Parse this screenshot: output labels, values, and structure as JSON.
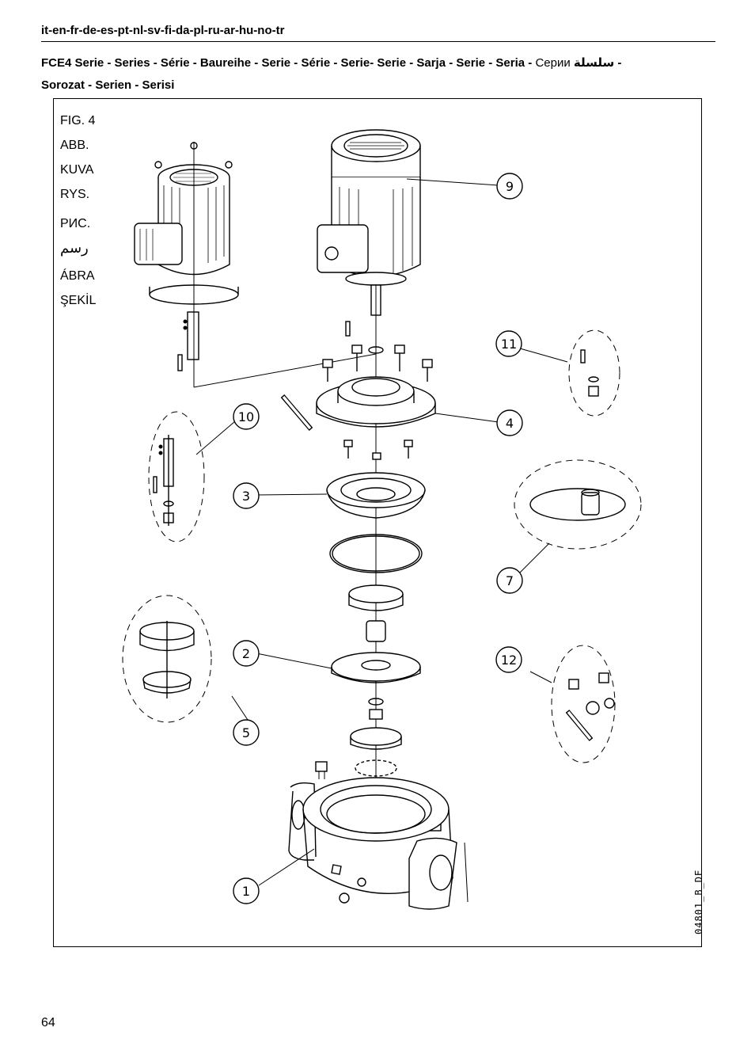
{
  "header": {
    "languages": "it-en-fr-de-es-pt-nl-sv-fi-da-pl-ru-ar-hu-no-tr",
    "title_main": "FCE4 Serie - Series - Série - Baureihe - Serie - Série - Serie- Serie - Sarja - Serie - Seria - ",
    "title_ru": "Серии",
    "title_ar": "سلسلة",
    "title_dash": " -",
    "title_line2": "Sorozat - Serien - Serisi"
  },
  "figure": {
    "labels": [
      "FIG. 4",
      "ABB.",
      "KUVA",
      "RYS.",
      "РИС.",
      "رسم",
      "ÁBRA",
      "ŞEKİL"
    ],
    "callouts": [
      "1",
      "2",
      "3",
      "4",
      "5",
      "7",
      "9",
      "10",
      "11",
      "12"
    ],
    "drawing_code": "04801_B_DE"
  },
  "footer": {
    "page_number": "64"
  }
}
